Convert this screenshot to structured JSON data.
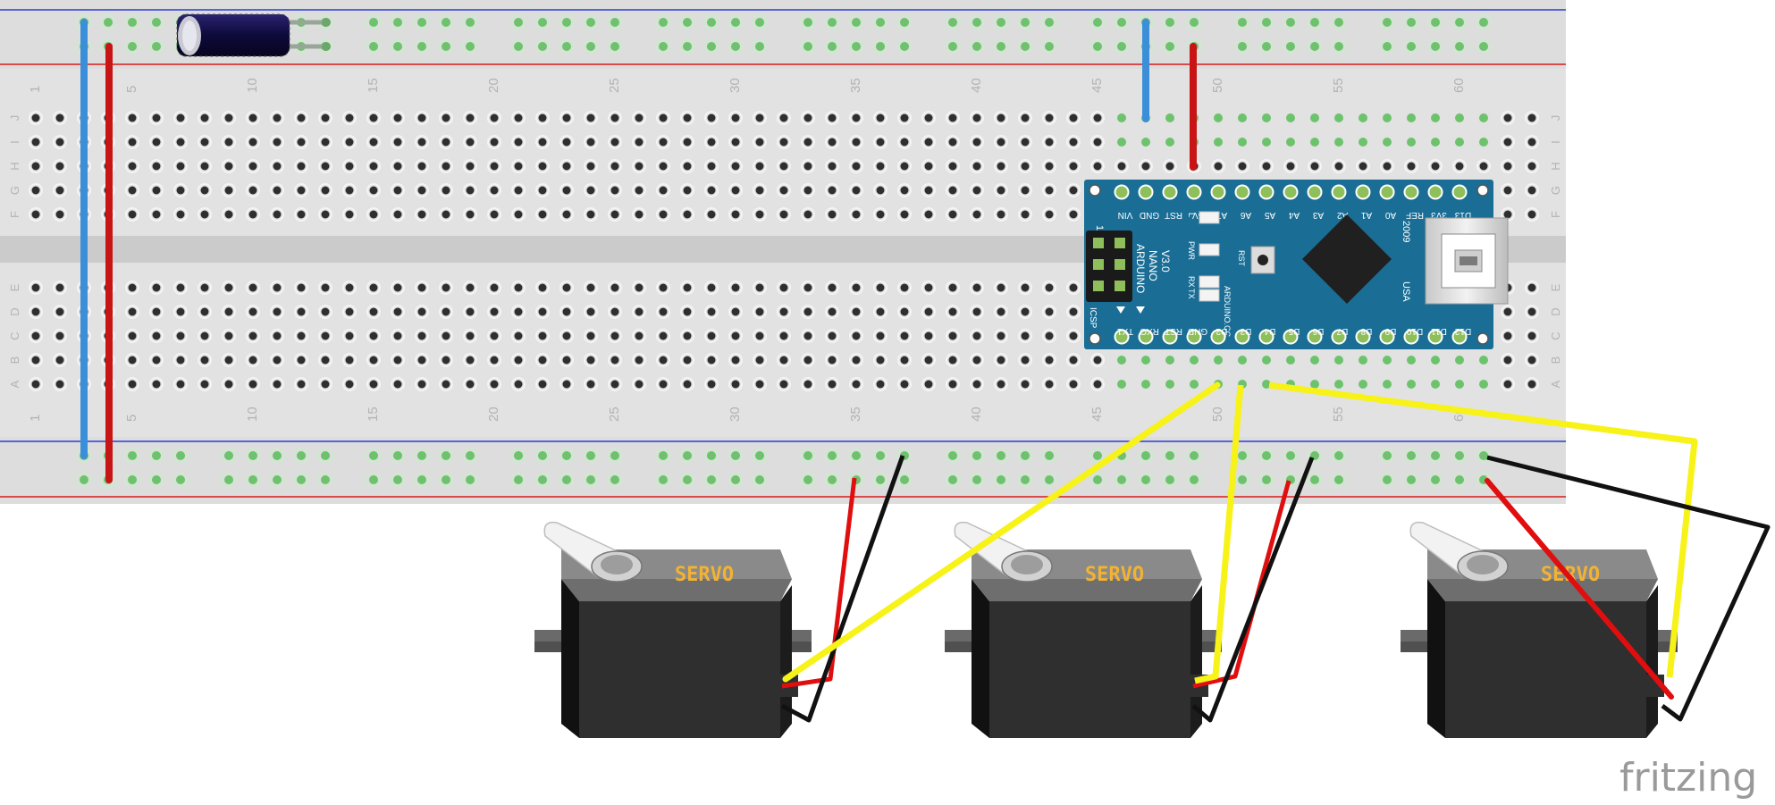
{
  "breadboard": {
    "column_labels": [
      "1",
      "5",
      "10",
      "15",
      "20",
      "25",
      "30",
      "35",
      "40",
      "45",
      "50",
      "55",
      "60"
    ],
    "row_labels_top": [
      "J",
      "I",
      "H",
      "G",
      "F"
    ],
    "row_labels_bottom": [
      "E",
      "D",
      "C",
      "B",
      "A"
    ]
  },
  "arduino": {
    "top_pins": [
      "D12",
      "D11",
      "D10",
      "D9",
      "D8",
      "D7",
      "D6",
      "D5",
      "D4",
      "D3",
      "D2",
      "GND",
      "RST",
      "RXO",
      "TX1"
    ],
    "bottom_pins": [
      "D13",
      "3V3",
      "REF",
      "A0",
      "A1",
      "A2",
      "A3",
      "A4",
      "A5",
      "A6",
      "A7",
      "5V",
      "RST",
      "GND",
      "VIN"
    ],
    "name_lines": [
      "ARDUINO",
      "NANO",
      "V3.0"
    ],
    "icsp": "ICSP",
    "icsp_pin1": "1",
    "led_labels": [
      "L",
      "PWR",
      "RX",
      "TX"
    ],
    "rst": "RST",
    "site": "ARDUINO.CC",
    "year": "2009",
    "country": "USA",
    "colors": {
      "board": "#1a6e96",
      "chip": "#202020"
    }
  },
  "servos": [
    {
      "label": "SERVO"
    },
    {
      "label": "SERVO"
    },
    {
      "label": "SERVO"
    }
  ],
  "capacitor": {
    "kind": "electrolytic-capacitor"
  },
  "wires": {
    "colors": {
      "power": "#d10f0f",
      "ground": "#111111",
      "signal": "#f7f218",
      "blue": "#3b8fd8"
    }
  },
  "watermark": "fritzing"
}
